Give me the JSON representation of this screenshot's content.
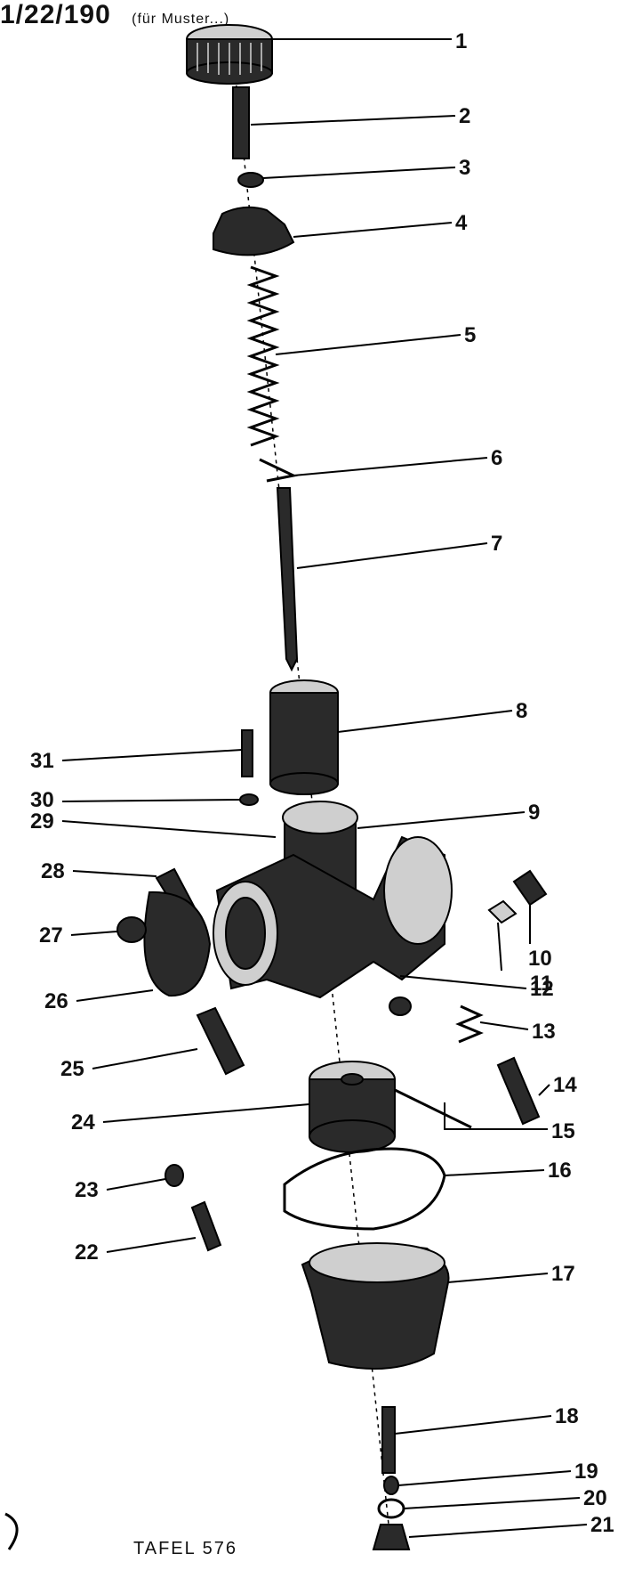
{
  "header": {
    "title": "1/22/190",
    "subtitle": "(für Muster...)"
  },
  "footer": {
    "label": "TAFEL 576"
  },
  "callouts": [
    {
      "id": "1",
      "label": "1"
    },
    {
      "id": "2",
      "label": "2"
    },
    {
      "id": "3",
      "label": "3"
    },
    {
      "id": "4",
      "label": "4"
    },
    {
      "id": "5",
      "label": "5"
    },
    {
      "id": "6",
      "label": "6"
    },
    {
      "id": "7",
      "label": "7"
    },
    {
      "id": "8",
      "label": "8"
    },
    {
      "id": "9",
      "label": "9"
    },
    {
      "id": "10",
      "label": "10"
    },
    {
      "id": "11",
      "label": "11"
    },
    {
      "id": "12",
      "label": "12"
    },
    {
      "id": "13",
      "label": "13"
    },
    {
      "id": "14",
      "label": "14"
    },
    {
      "id": "15",
      "label": "15"
    },
    {
      "id": "16",
      "label": "16"
    },
    {
      "id": "17",
      "label": "17"
    },
    {
      "id": "18",
      "label": "18"
    },
    {
      "id": "19",
      "label": "19"
    },
    {
      "id": "20",
      "label": "20"
    },
    {
      "id": "21",
      "label": "21"
    },
    {
      "id": "22",
      "label": "22"
    },
    {
      "id": "23",
      "label": "23"
    },
    {
      "id": "24",
      "label": "24"
    },
    {
      "id": "25",
      "label": "25"
    },
    {
      "id": "26",
      "label": "26"
    },
    {
      "id": "27",
      "label": "27"
    },
    {
      "id": "28",
      "label": "28"
    },
    {
      "id": "29",
      "label": "29"
    },
    {
      "id": "30",
      "label": "30"
    },
    {
      "id": "31",
      "label": "31"
    }
  ]
}
